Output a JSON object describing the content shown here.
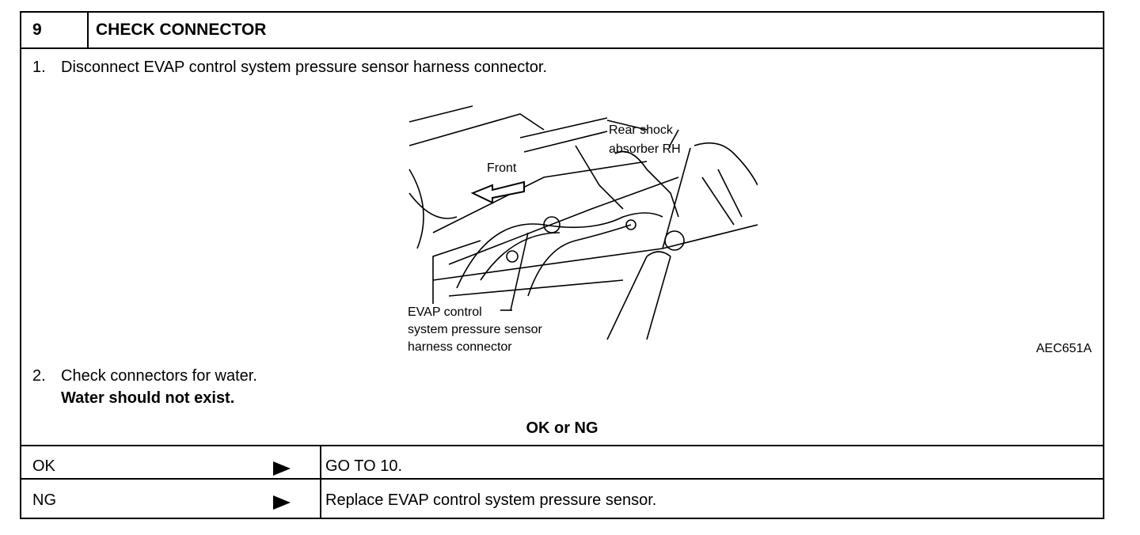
{
  "header": {
    "step_number": "9",
    "title": "CHECK CONNECTOR"
  },
  "steps": [
    {
      "number": "1.",
      "text": "Disconnect EVAP control system pressure sensor harness connector."
    },
    {
      "number": "2.",
      "text": "Check connectors for water."
    }
  ],
  "requirement": "Water should not exist.",
  "figure": {
    "code": "AEC651A",
    "labels": {
      "front": "Front",
      "shock_line1": "Rear shock",
      "shock_line2": "absorber RH",
      "evap_line1": "EVAP control",
      "evap_line2": "system pressure sensor",
      "evap_line3": "harness connector"
    }
  },
  "result_heading": "OK or NG",
  "results": [
    {
      "label": "OK",
      "action": "GO TO 10."
    },
    {
      "label": "NG",
      "action": "Replace EVAP control system pressure sensor."
    }
  ]
}
